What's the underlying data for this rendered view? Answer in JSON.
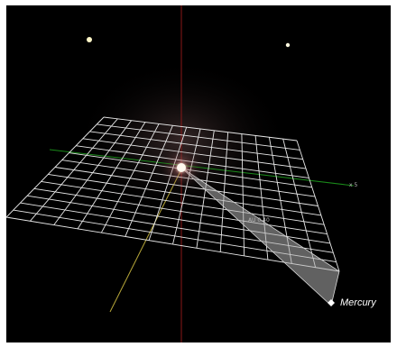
{
  "scene": {
    "planet_label": "Mercury",
    "axis_label_x": "x 5",
    "distance_label": "AU 0.40",
    "background_color": "#000000",
    "sun_color": "#ffe8d0",
    "grid_color": "#e8e8e8",
    "x_axis_color": "#1a8a1a",
    "y_axis_color": "#b8a83a",
    "z_axis_color": "#9a1818"
  }
}
